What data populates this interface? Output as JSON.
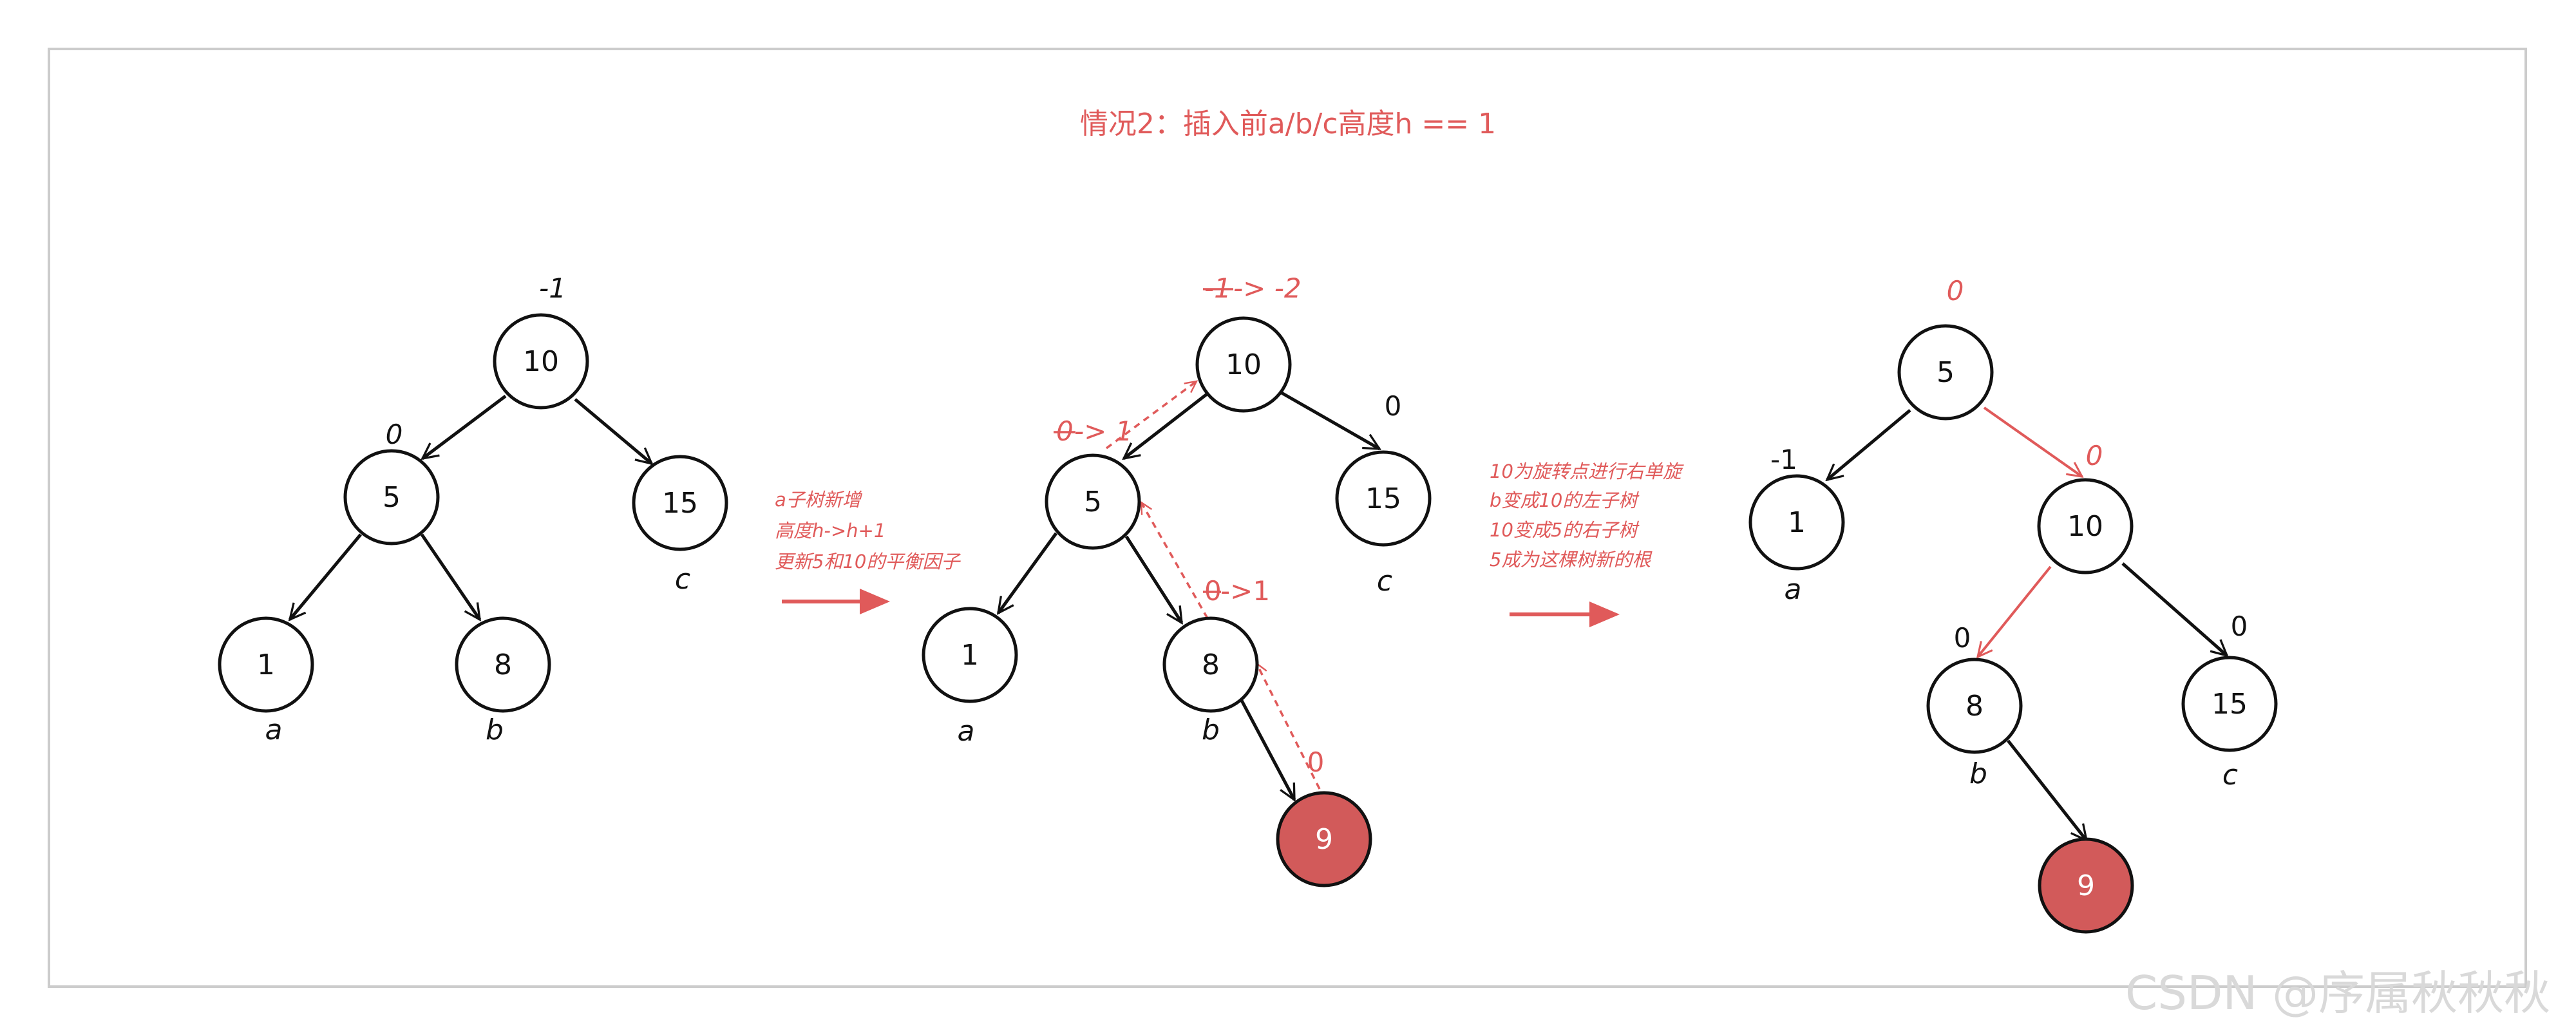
{
  "title": "情况2：插入前a/b/c高度h == 1",
  "panel1": {
    "nodes": {
      "n10": "10",
      "n5": "5",
      "n15": "15",
      "n1": "1",
      "n8": "8"
    },
    "factors": {
      "f10": "-1",
      "f5": "0"
    },
    "subtree_labels": {
      "a": "a",
      "b": "b",
      "c": "c"
    }
  },
  "step1_note": {
    "line1": "a子树新增",
    "line2": "高度h->h+1",
    "line3": "更新5和10的平衡因子"
  },
  "panel2": {
    "nodes": {
      "n10": "10",
      "n5": "5",
      "n15": "15",
      "n1": "1",
      "n8": "8",
      "n9": "9"
    },
    "factors": {
      "f10_old": "-1",
      "f10_change": " -> -2",
      "f5_old": "0",
      "f5_change": " -> 1",
      "f8_old": "0",
      "f8_change": "->1",
      "f15": "0",
      "f9": "0"
    },
    "subtree_labels": {
      "a": "a",
      "b": "b",
      "c": "c"
    }
  },
  "step2_note": {
    "line1": "10为旋转点进行右单旋",
    "line2": "b变成10的左子树",
    "line3": "10变成5的右子树",
    "line4": "5成为这棵树新的根"
  },
  "panel3": {
    "nodes": {
      "n5": "5",
      "n1": "1",
      "n10": "10",
      "n8": "8",
      "n15": "15",
      "n9": "9"
    },
    "factors": {
      "f5": "0",
      "f1": "-1",
      "f10": "0",
      "f8": "0",
      "f15": "0"
    },
    "subtree_labels": {
      "a": "a",
      "b": "b",
      "c": "c"
    }
  },
  "watermark": "CSDN @序属秋秋秋",
  "colors": {
    "accent": "#e05a5a",
    "new_node": "#d25a5a",
    "frame_border": "#cccccc"
  }
}
